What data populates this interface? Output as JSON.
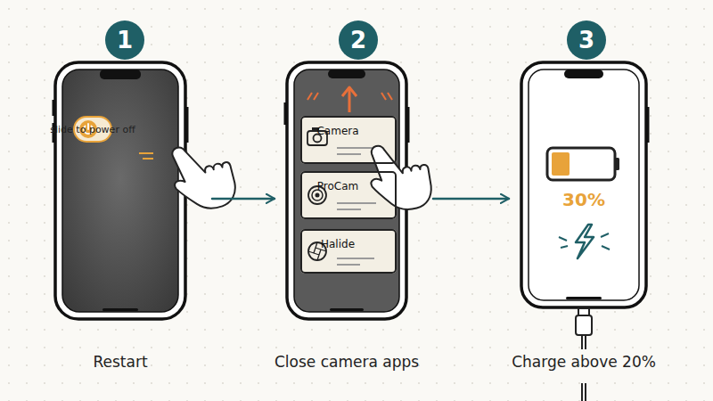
{
  "diagram": {
    "nodes": [
      {
        "text": [
          "1"
        ]
      },
      {
        "text": [
          "Restart"
        ]
      },
      {
        "text": [
          "slide to power off"
        ],
        "in": 1
      },
      {
        "text": [
          "2"
        ]
      },
      {
        "text": [
          "Close camera apps"
        ]
      },
      {
        "text": [
          "Camera"
        ],
        "in": 4
      },
      {
        "text": [
          "ProCam"
        ],
        "in": 4
      },
      {
        "text": [
          "Halide"
        ],
        "in": 4
      },
      {
        "text": [
          "3"
        ]
      },
      {
        "text": [
          "30%",
          "Charge above 20%"
        ]
      }
    ],
    "edges": [
      {
        "from": 1,
        "to": 4,
        "arrow": "to"
      },
      {
        "from": 4,
        "to": 9,
        "arrow": "to"
      }
    ]
  }
}
